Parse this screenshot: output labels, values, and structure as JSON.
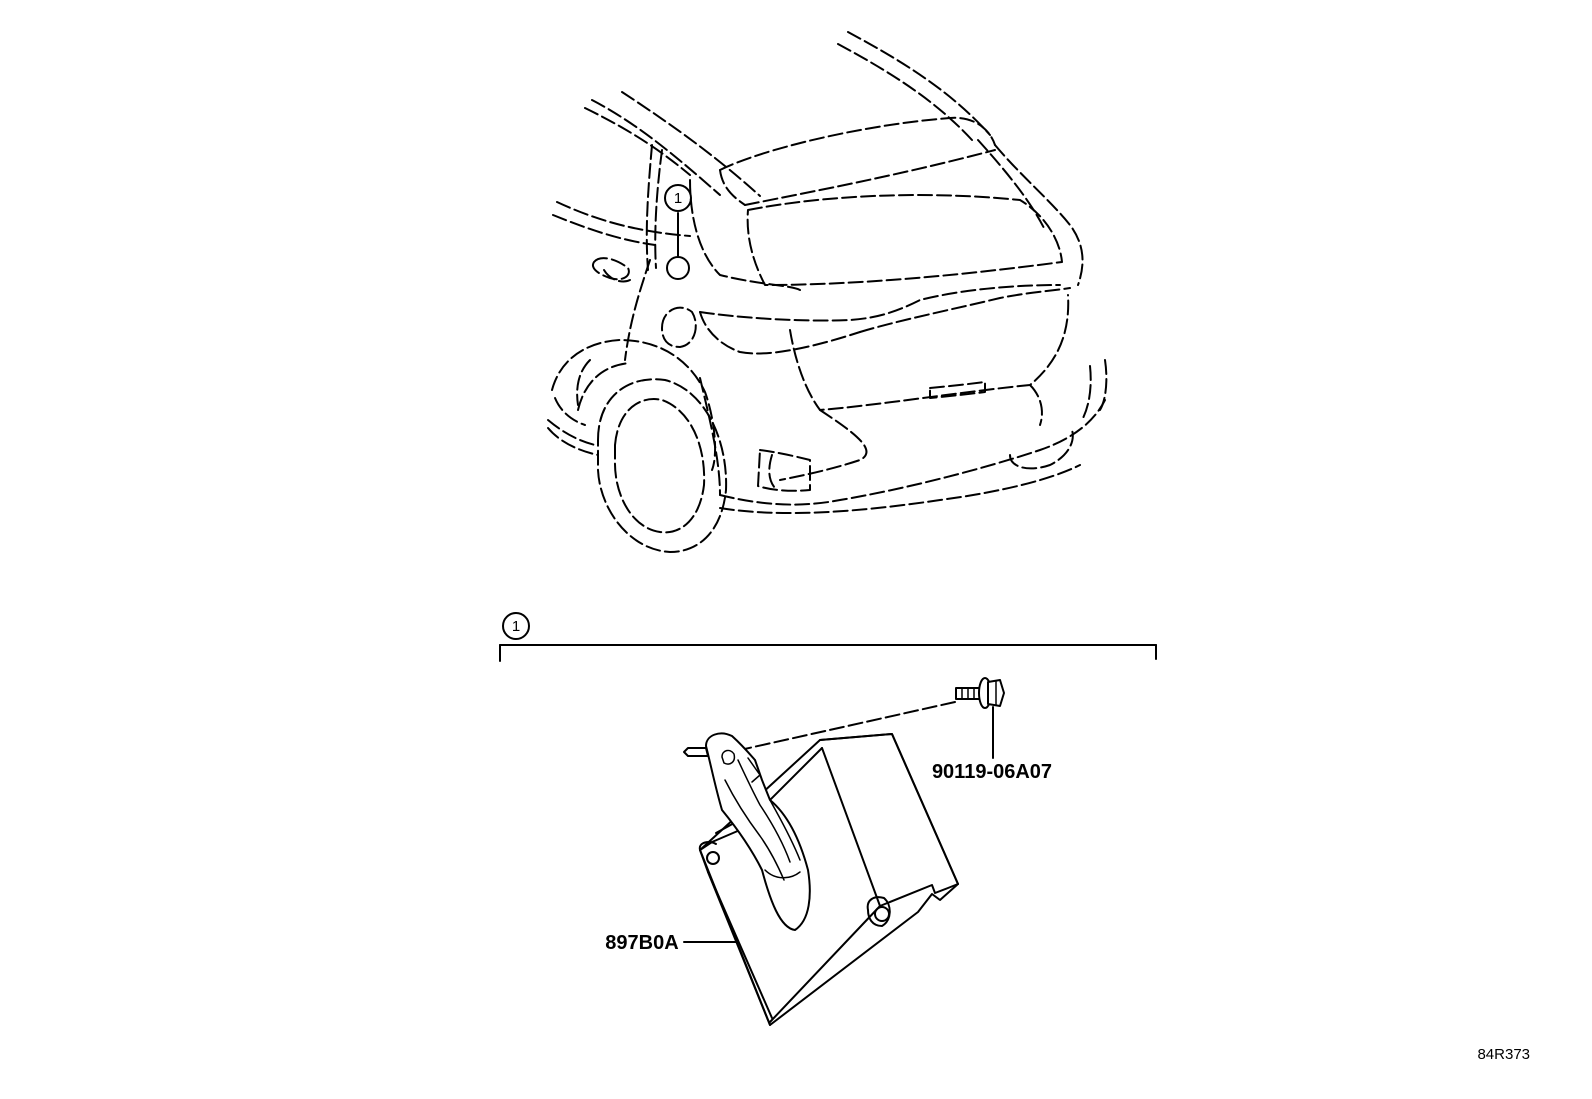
{
  "callouts": {
    "ref_1_top": "1",
    "ref_1_group": "1"
  },
  "parts": {
    "bracket_bolt": "90119-06A07",
    "ecu_module": "897B0A"
  },
  "drawing_id": "84R373"
}
